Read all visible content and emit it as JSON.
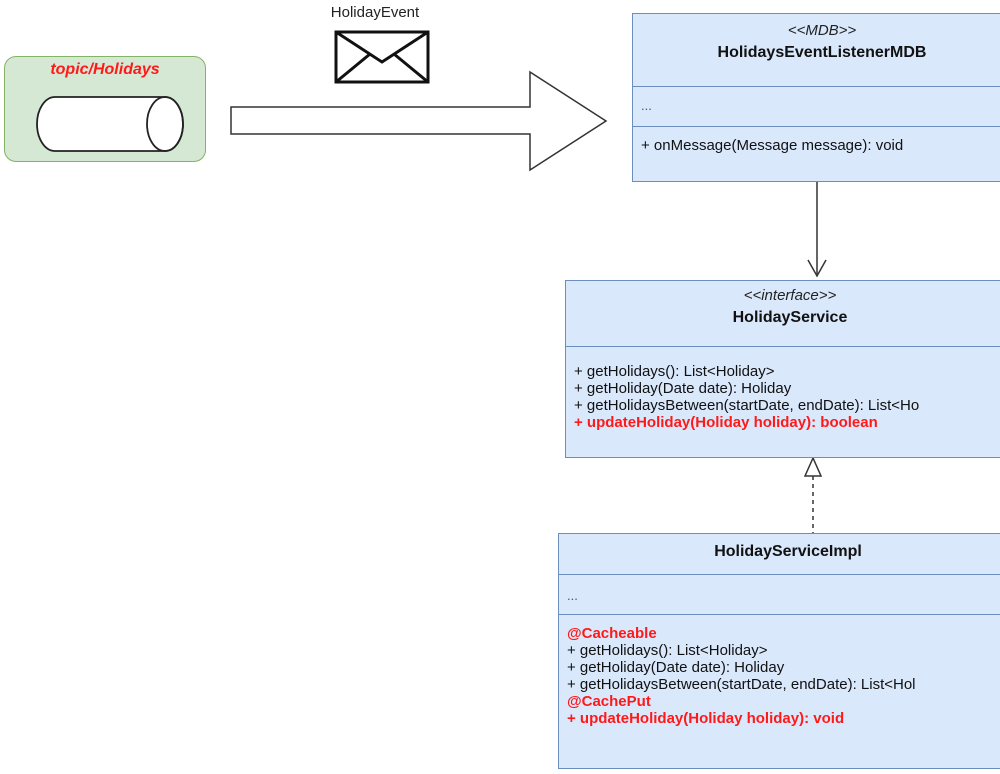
{
  "topic": {
    "label": "topic/Holidays"
  },
  "message": {
    "label": "HolidayEvent",
    "icon": "envelope-icon"
  },
  "mdb": {
    "stereotype": "<<MDB>>",
    "name": "HolidaysEventListenerMDB",
    "attributes": "...",
    "operations": [
      "+ onMessage(Message message): void"
    ]
  },
  "service": {
    "stereotype": "<<interface>>",
    "name": "HolidayService",
    "operations": [
      "+ getHolidays(): List<Holiday>",
      "+ getHoliday(Date date): Holiday",
      "+ getHolidaysBetween(startDate, endDate): List<Ho"
    ],
    "highlight_operation": "+ updateHoliday(Holiday holiday): boolean"
  },
  "impl": {
    "name": "HolidayServiceImpl",
    "attributes": "...",
    "annotation_cacheable": "@Cacheable",
    "operations": [
      "+ getHolidays(): List<Holiday>",
      "+ getHoliday(Date date): Holiday",
      "+ getHolidaysBetween(startDate, endDate): List<Hol"
    ],
    "annotation_cacheput": "@CachePut",
    "highlight_operation": "+ updateHoliday(Holiday holiday): void"
  },
  "colors": {
    "highlight": "#ff1a1a",
    "class_fill": "#dae8fc",
    "class_border": "#6c8ebf",
    "topic_fill": "#d5e8d4",
    "topic_border": "#82b366"
  }
}
